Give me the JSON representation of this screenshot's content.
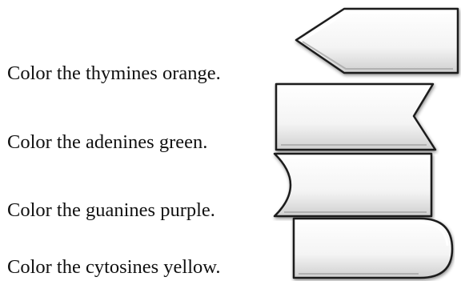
{
  "instructions": {
    "thymine": "Color the thymines orange.",
    "adenine": "Color the adenines green.",
    "guanine": "Color the guanines purple.",
    "cytosine": "Color the cytosines yellow."
  }
}
